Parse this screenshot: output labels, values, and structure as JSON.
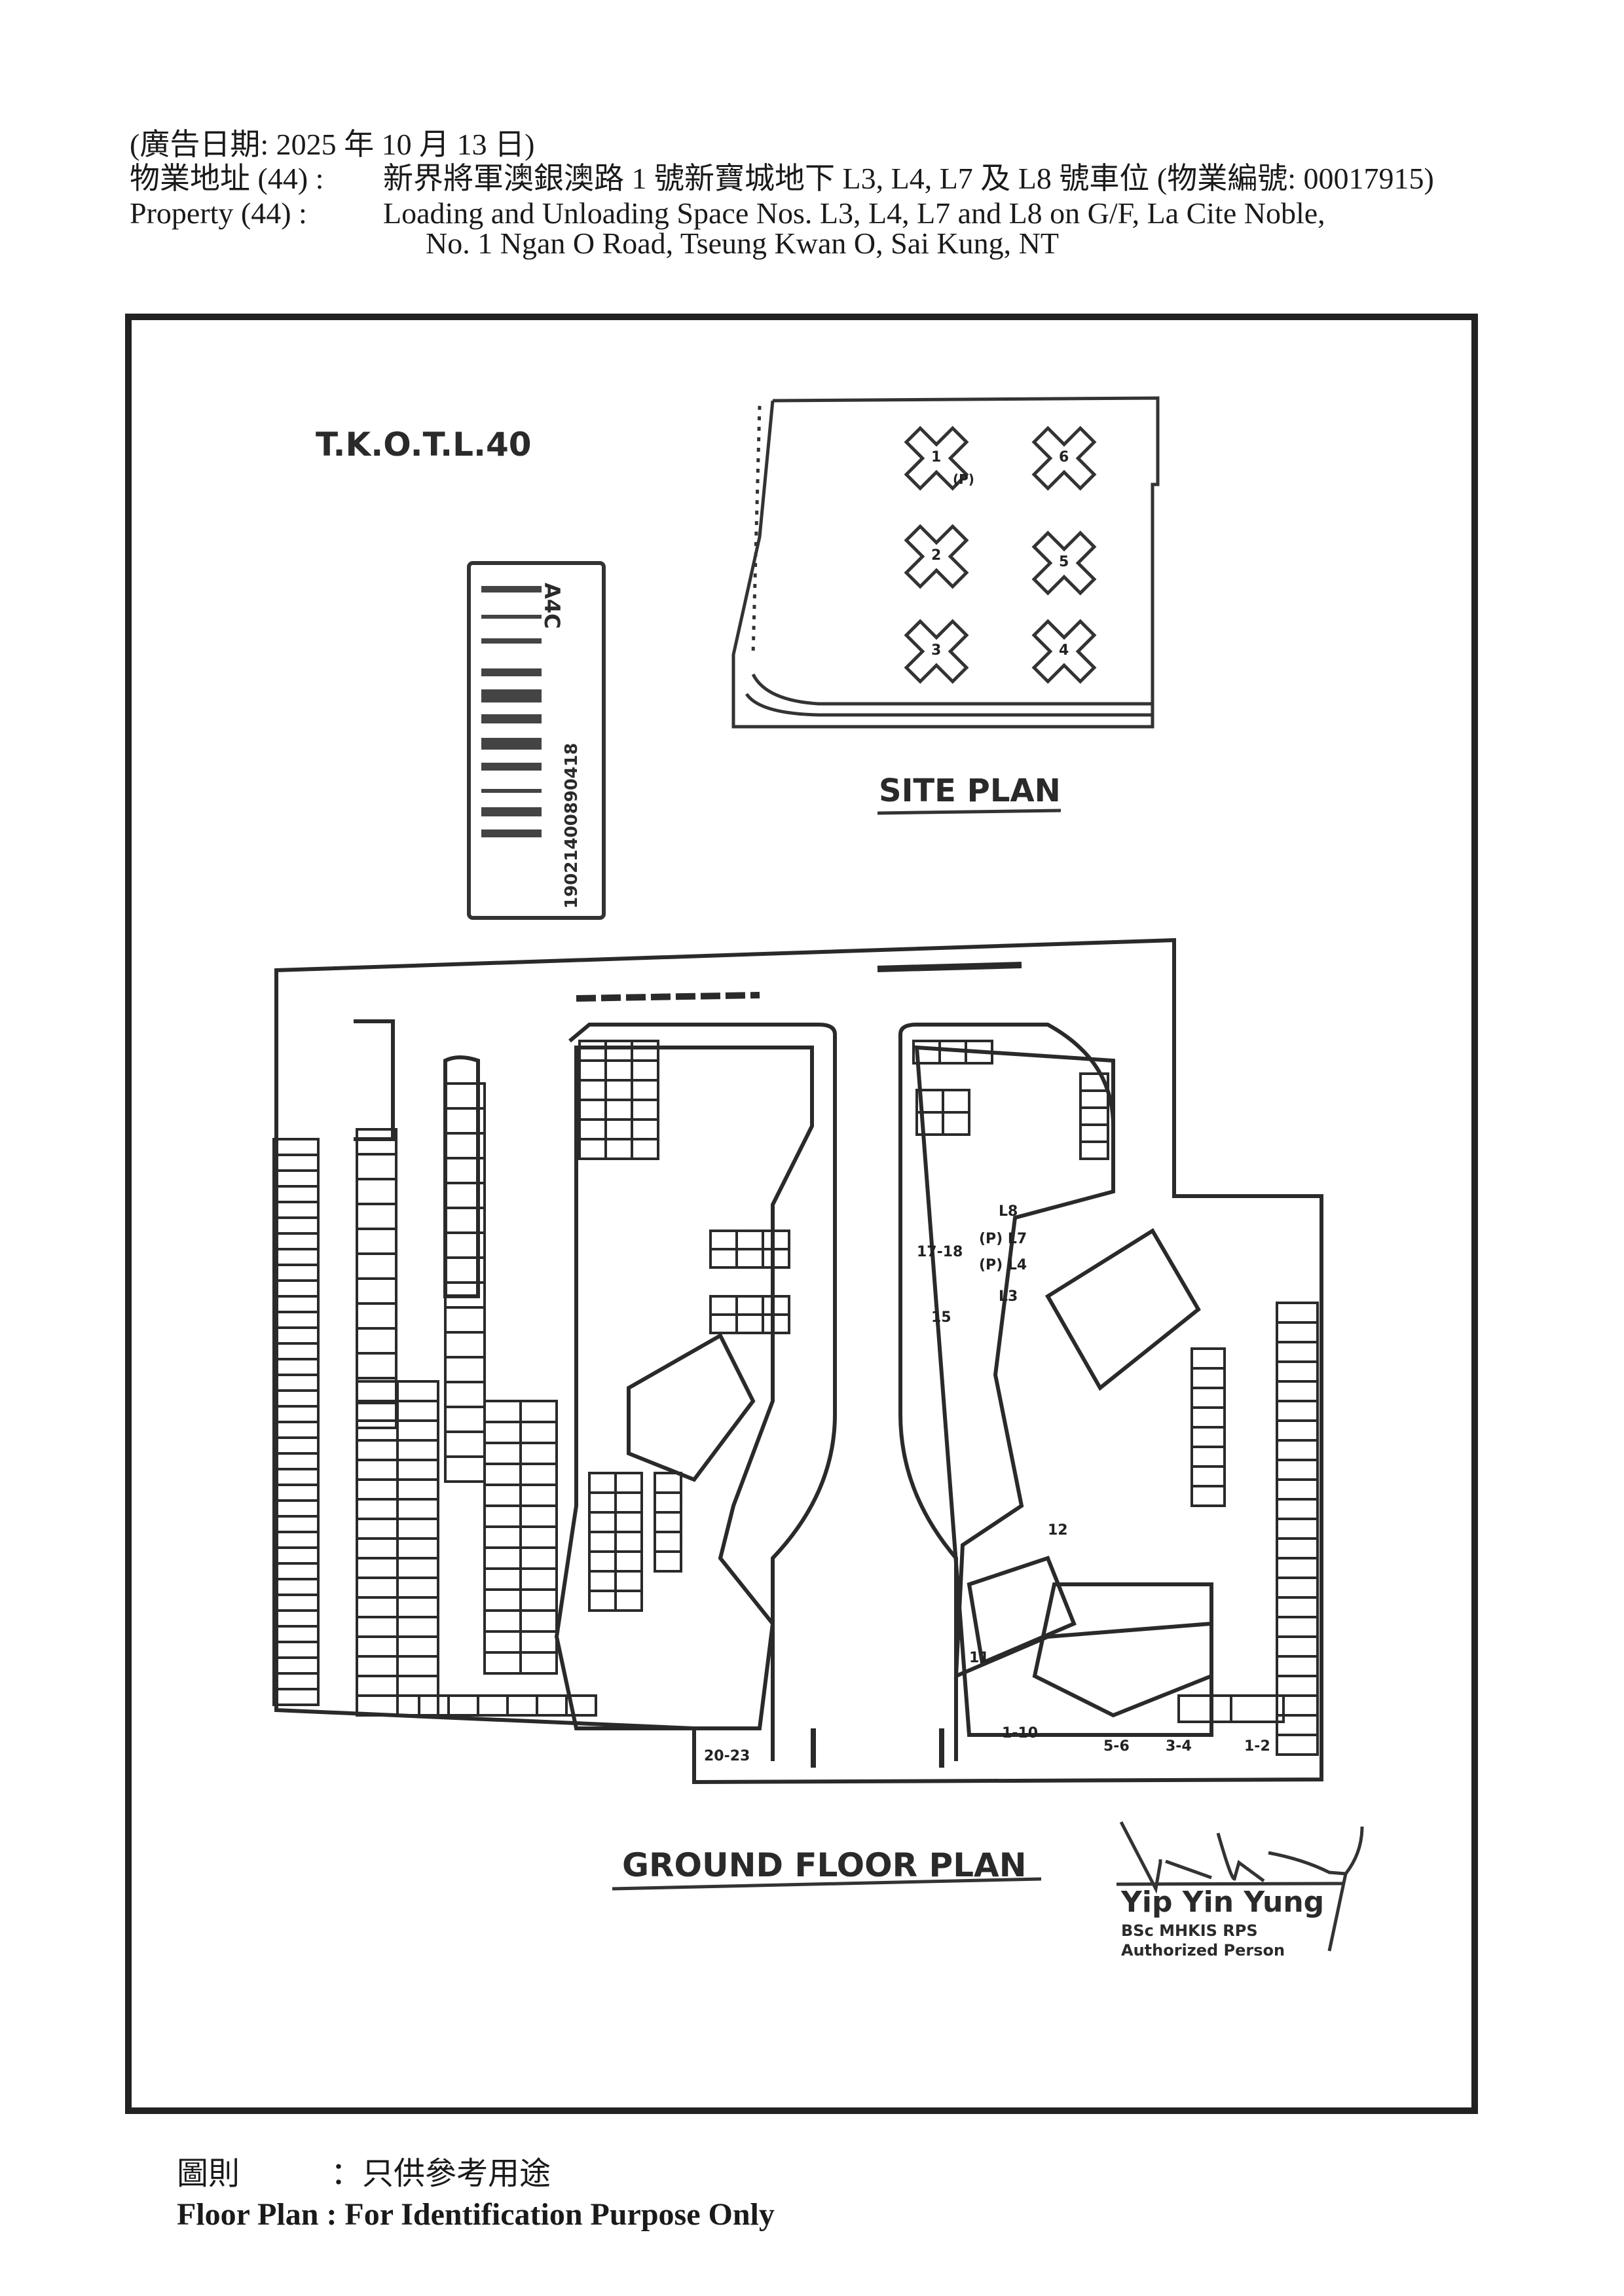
{
  "header": {
    "ad_date": "(廣告日期:  2025 年 10 月 13 日)",
    "address_cn_label": "物業地址 (44) :",
    "address_cn": "新界將軍澳銀澳路 1 號新寶城地下 L3, L4, L7  及 L8 號車位 (物業編號: 00017915)",
    "property_label": "Property    (44) :",
    "property_line1": "Loading and Unloading Space Nos. L3, L4, L7 and L8 on G/F, La Cite Noble,",
    "property_line2": "No. 1 Ngan O Road, Tseung Kwan O, Sai Kung, NT"
  },
  "plan": {
    "lot": "T.K.O.T.L.40",
    "barcode_code": "A4C",
    "barcode_number": "19021400890418",
    "site_plan_title": "SITE PLAN",
    "site_towers": [
      "1",
      "2",
      "3",
      "4",
      "5",
      "6"
    ],
    "site_tower_note": "(P)",
    "ground_floor_title": "GROUND FLOOR PLAN",
    "spaces": {
      "l8": "L8",
      "l7": "(P) L7",
      "l4": "(P) L4",
      "l3": "L3"
    },
    "shop_labels": [
      "15",
      "17-18",
      "1-10",
      "5-6",
      "3-4",
      "1-2",
      "20-23",
      "11",
      "12"
    ]
  },
  "signature": {
    "name": "Yip Yin Yung",
    "qualifications": "BSc MHKIS RPS",
    "role": "Authorized Person"
  },
  "footer": {
    "cn_label": "圖則",
    "cn_text": "：只供參考用途",
    "en_text": "Floor Plan : For Identification Purpose Only"
  }
}
